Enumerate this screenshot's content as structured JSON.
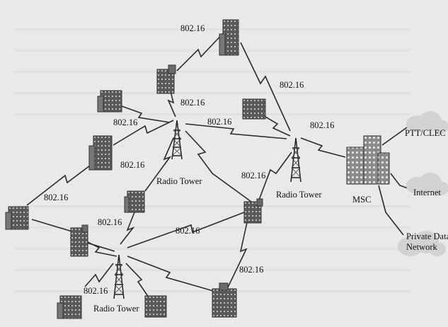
{
  "diagram": {
    "link_label": "802.16",
    "labels": {
      "tower_left": "Radio Tower",
      "tower_right": "Radio Tower",
      "tower_bottom": "Radio Tower",
      "msc": "MSC",
      "pstn": "PTT/CLEC",
      "internet": "Internet",
      "private_data_network": "Private Data\nNetwork"
    },
    "colors": {
      "background": "#e9e9e9",
      "ink": "#2b2b2b",
      "building": "#5a5a5a",
      "cloud": "#d2d2d2"
    },
    "icons": [
      "building-icon",
      "radio-tower-icon",
      "msc-building-icon",
      "cloud-icon"
    ]
  }
}
